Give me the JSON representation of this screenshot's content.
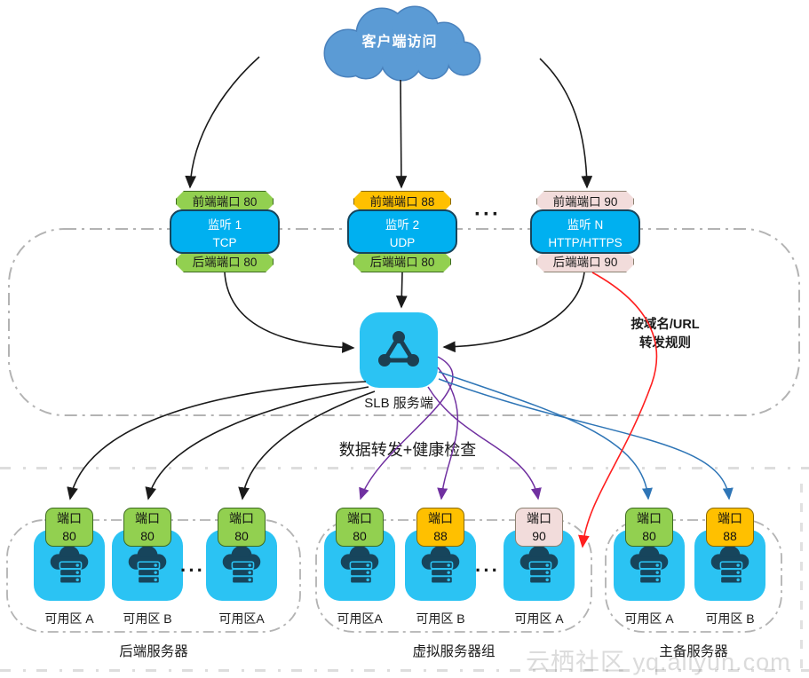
{
  "cloud": {
    "label": "客户端访问"
  },
  "listeners": [
    {
      "front": "前端端口 80",
      "front_color": "green",
      "name": "监听 1",
      "protocol": "TCP",
      "back": "后端端口 80",
      "back_color": "green"
    },
    {
      "front": "前端端口 88",
      "front_color": "orange",
      "name": "监听 2",
      "protocol": "UDP",
      "back": "后端端口 80",
      "back_color": "green"
    },
    {
      "front": "前端端口 90",
      "front_color": "pink",
      "name": "监听 N",
      "protocol": "HTTP/HTTPS",
      "back": "后端端口 90",
      "back_color": "pink"
    }
  ],
  "slb": {
    "label": "SLB 服务端"
  },
  "annotations": {
    "rule_line1": "按域名/URL",
    "rule_line2": "转发规则",
    "data_forward": "数据转发+健康检查",
    "ellipsis": "···"
  },
  "port_word": "端口",
  "groups": [
    {
      "title": "后端服务器",
      "servers": [
        {
          "port": "80",
          "color": "green",
          "zone": "可用区 A"
        },
        {
          "port": "80",
          "color": "green",
          "zone": "可用区 B"
        },
        {
          "port": "80",
          "color": "green",
          "zone": "可用区A"
        }
      ]
    },
    {
      "title": "虚拟服务器组",
      "servers": [
        {
          "port": "80",
          "color": "green",
          "zone": "可用区A"
        },
        {
          "port": "88",
          "color": "orange",
          "zone": "可用区 B"
        },
        {
          "port": "90",
          "color": "pink",
          "zone": "可用区 A"
        }
      ]
    },
    {
      "title": "主备服务器",
      "servers": [
        {
          "port": "80",
          "color": "green",
          "zone": "可用区 A"
        },
        {
          "port": "88",
          "color": "orange",
          "zone": "可用区 B"
        }
      ]
    }
  ],
  "watermark": "云栖社区 yq.aliyun.com",
  "colors": {
    "cloud_fill": "#5B9BD5",
    "listener_fill": "#00B0F0",
    "node_fill": "#2BC3F3",
    "icon_dark": "#1C3F52",
    "port_green": "#92D050",
    "port_orange": "#FFC000",
    "port_pink": "#F2DCDB",
    "arrow_purple": "#7030A0",
    "arrow_blue": "#2E75B6",
    "arrow_red": "#FF1F1F",
    "container_dash": "#b3b3b3"
  }
}
